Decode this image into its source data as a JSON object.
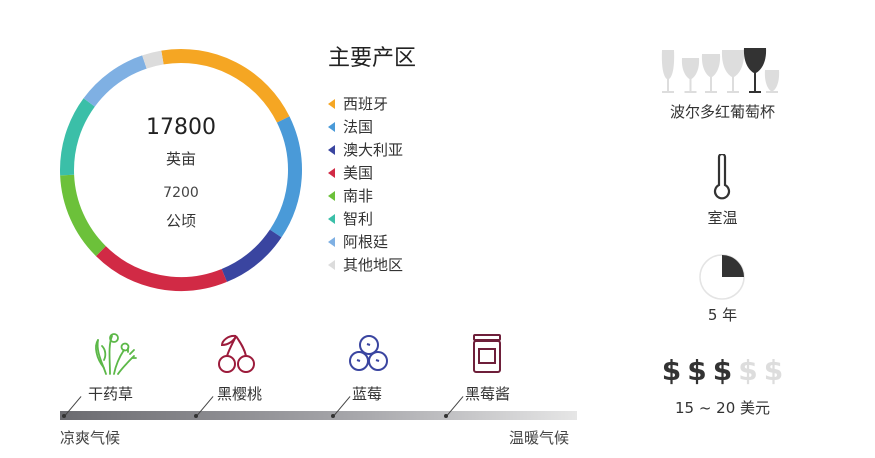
{
  "chart_data": {
    "type": "pie",
    "variant": "donut",
    "title": "主要产区",
    "center": {
      "value_primary": "17800",
      "unit_primary": "英亩",
      "value_secondary": "7200",
      "unit_secondary": "公顷"
    },
    "slices": [
      {
        "label": "西班牙",
        "value": 20.3,
        "color": "#f5a623"
      },
      {
        "label": "法国",
        "value": 16.7,
        "color": "#4a9ad8"
      },
      {
        "label": "澳大利亚",
        "value": 9.4,
        "color": "#3a45a0"
      },
      {
        "label": "美国",
        "value": 18.6,
        "color": "#d12a45"
      },
      {
        "label": "南非",
        "value": 11.9,
        "color": "#6cc13a"
      },
      {
        "label": "智利",
        "value": 10.8,
        "color": "#3bbfa8"
      },
      {
        "label": "阿根廷",
        "value": 9.7,
        "color": "#7fb0e3"
      },
      {
        "label": "其他地区",
        "value": 2.6,
        "color": "#dcdcdc"
      }
    ],
    "legend_position": "right"
  },
  "glass": {
    "label": "波尔多红葡萄杯",
    "selected_index": 4,
    "count": 6
  },
  "temperature": {
    "label": "室温"
  },
  "aging": {
    "label": "5 年",
    "fraction": 0.25
  },
  "price": {
    "symbols": [
      "$",
      "$",
      "$",
      "$",
      "$"
    ],
    "filled": 3,
    "label": "15 ~ 20 美元"
  },
  "flavors": [
    {
      "label": "干药草",
      "color": "#5cb848",
      "icon": "herb-icon"
    },
    {
      "label": "黑樱桃",
      "color": "#9c1b3b",
      "icon": "cherry-icon"
    },
    {
      "label": "蓝莓",
      "color": "#3a45a0",
      "icon": "blueberry-icon"
    },
    {
      "label": "黑莓酱",
      "color": "#6e1f3a",
      "icon": "jam-jar-icon"
    }
  ],
  "climate": {
    "left": "凉爽气候",
    "right": "温暖气候"
  },
  "colors": {
    "dark": "#333333",
    "inactive": "#dddddd"
  }
}
